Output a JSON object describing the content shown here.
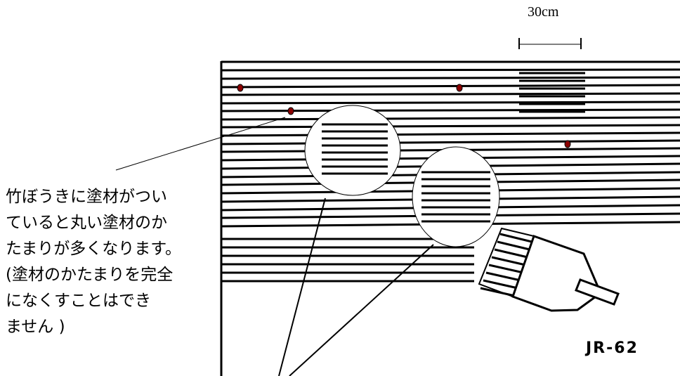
{
  "scale": {
    "label": "30cm"
  },
  "caption": {
    "lines": [
      "竹ぼうきに塗材がつい",
      "ていると丸い塗材のか",
      "たまりが多くなります。",
      "(塗材のかたまりを完全",
      "になくすことはでき",
      "ません )"
    ]
  },
  "model_code": "JR-62",
  "colors": {
    "lines": "#000000",
    "blob_fill": "#8b0000",
    "background": "#ffffff"
  }
}
